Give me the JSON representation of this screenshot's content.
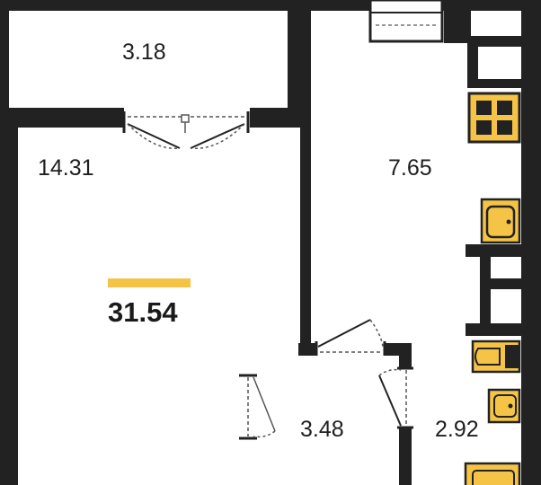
{
  "total_area": {
    "value": "31.54",
    "accent": "#F5C447"
  },
  "rooms": {
    "balcony": "3.18",
    "living_room": "14.31",
    "kitchen": "7.65",
    "hallway": "3.48",
    "bathroom": "2.92"
  },
  "colors": {
    "wall": "#222222",
    "floor": "#ffffff",
    "fixture": "#F5C447",
    "door_line": "#555555"
  },
  "fixtures": [
    "stove-icon",
    "sink-icon",
    "toilet-icon",
    "washbasin-icon",
    "bathtub-icon"
  ]
}
